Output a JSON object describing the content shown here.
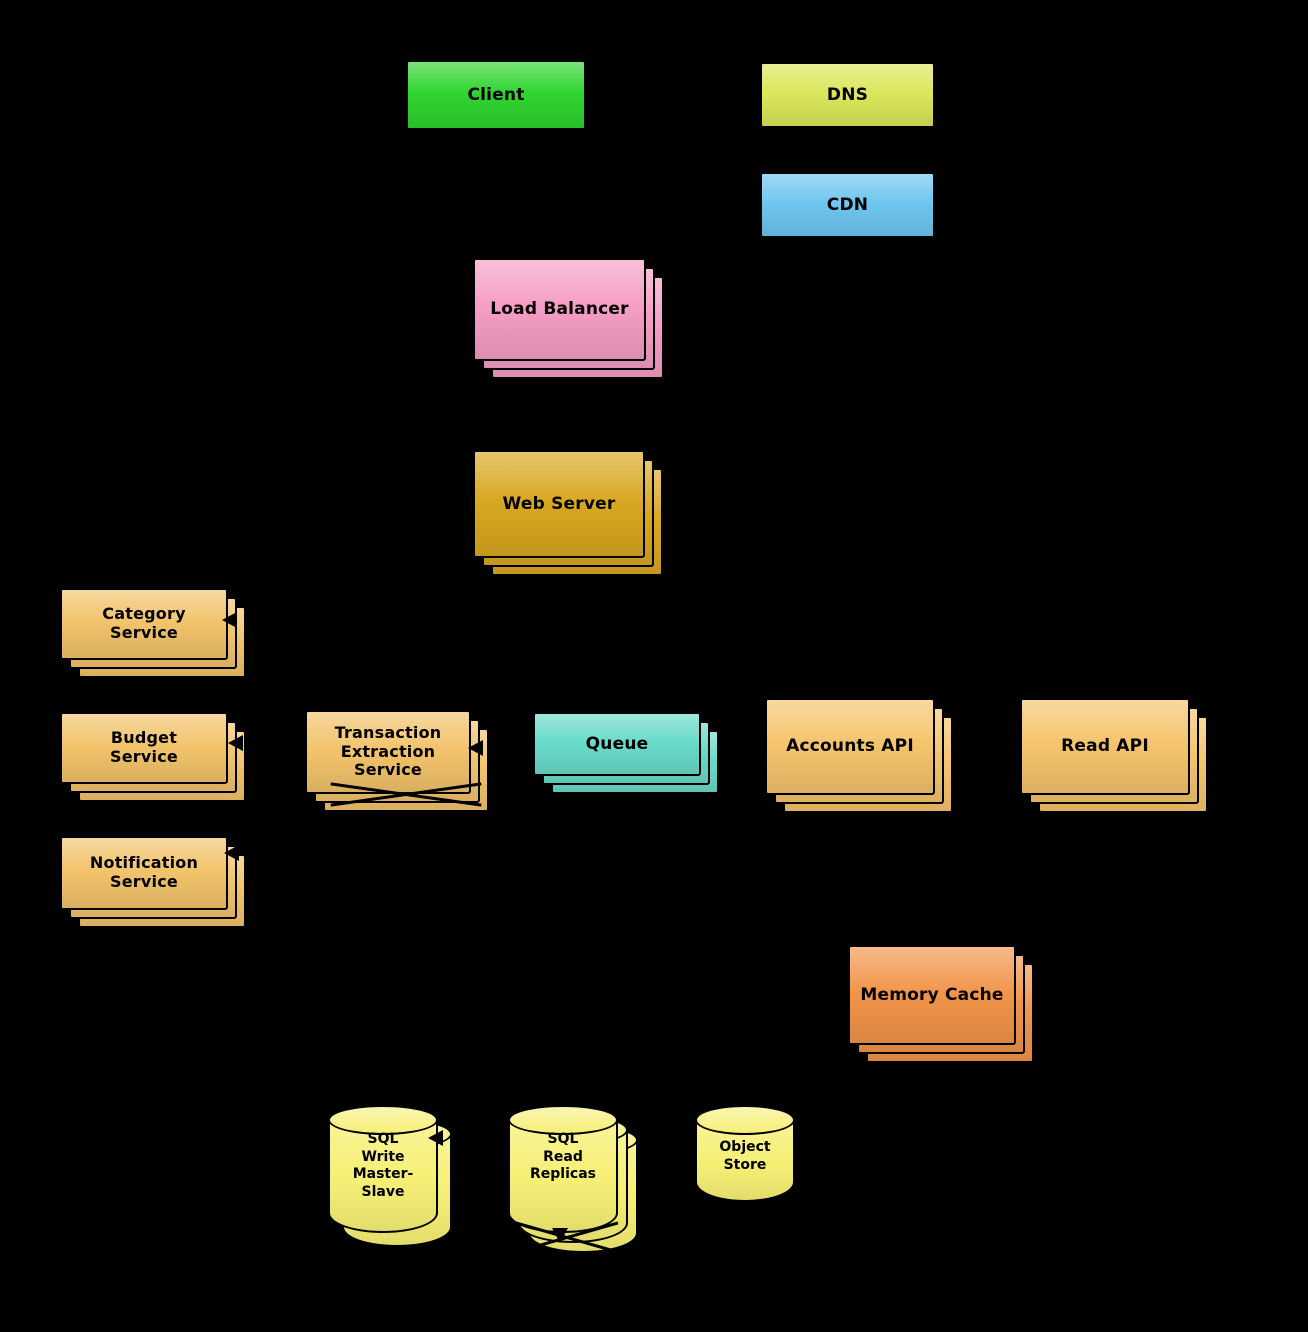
{
  "canvas": {
    "background": "#000000",
    "connector_color": "#000000"
  },
  "nodes": {
    "client": {
      "label": "Client",
      "color": "#2fd42f"
    },
    "dns": {
      "label": "DNS",
      "color": "#dbe65a"
    },
    "cdn": {
      "label": "CDN",
      "color": "#6dc6ef"
    },
    "load_balancer": {
      "label": "Load Balancer",
      "color": "#f59dc6"
    },
    "web_server": {
      "label": "Web Server",
      "color": "#d9a820"
    },
    "category_service": {
      "label": "Category\nService",
      "color": "#f2c36b"
    },
    "budget_service": {
      "label": "Budget\nService",
      "color": "#f2c36b"
    },
    "notification_service": {
      "label": "Notification\nService",
      "color": "#f2c36b"
    },
    "transaction_extraction_service": {
      "label": "Transaction\nExtraction\nService",
      "color": "#f2c36b"
    },
    "queue": {
      "label": "Queue",
      "color": "#69dbc9"
    },
    "accounts_api": {
      "label": "Accounts API",
      "color": "#f5c46c"
    },
    "read_api": {
      "label": "Read API",
      "color": "#f5c46c"
    },
    "memory_cache": {
      "label": "Memory Cache",
      "color": "#f2954a"
    },
    "sql_write": {
      "label": "SQL\nWrite\nMaster-\nSlave",
      "color": "#f6ef75"
    },
    "sql_read": {
      "label": "SQL\nRead\nReplicas",
      "color": "#f6ef75"
    },
    "object_store": {
      "label": "Object\nStore",
      "color": "#f6ef75"
    }
  }
}
